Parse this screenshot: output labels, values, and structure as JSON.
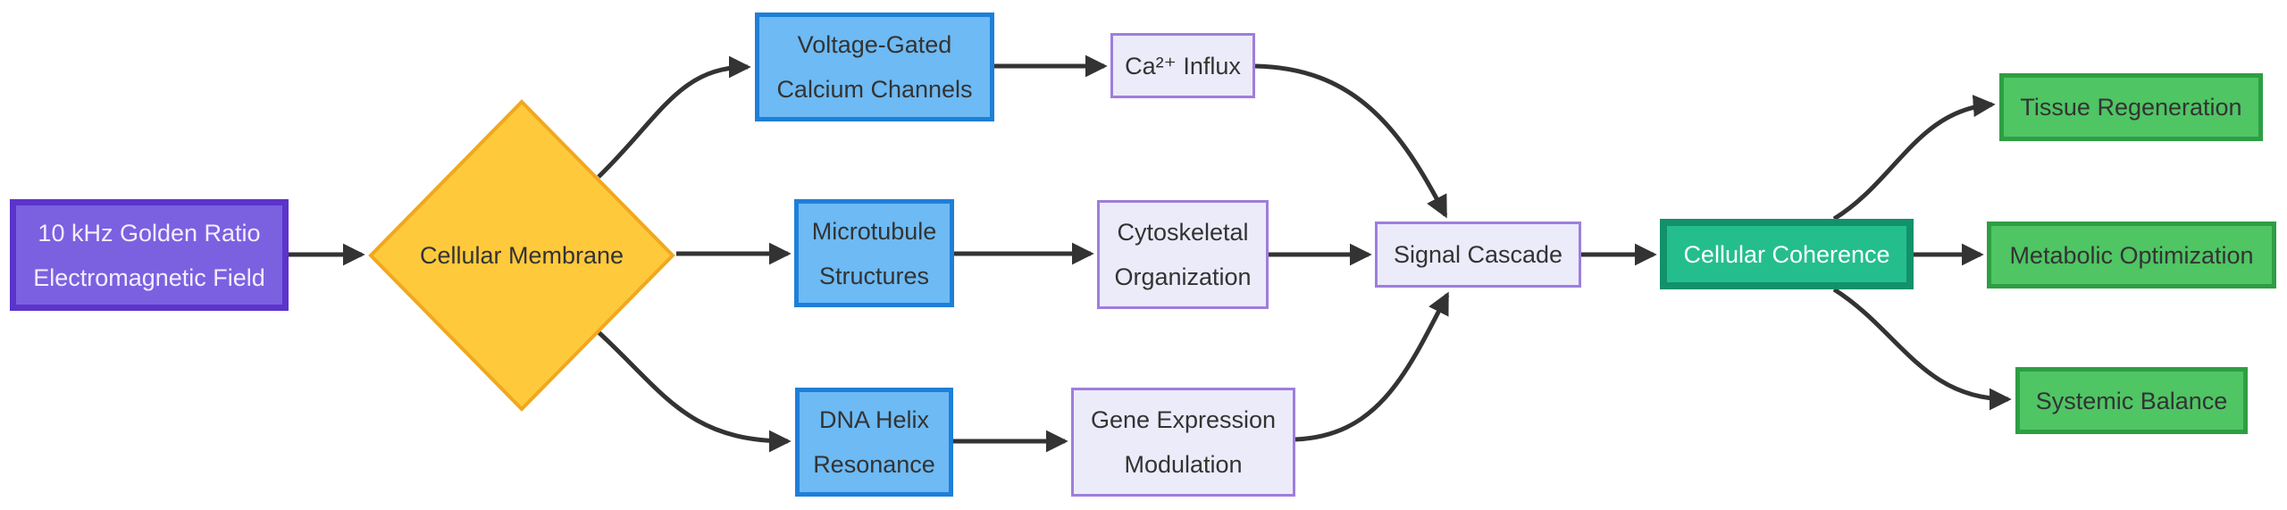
{
  "diagram": {
    "type": "flowchart-left-to-right",
    "background": "#ffffff",
    "colors": {
      "edge": "#333333",
      "dark_text": "#333333",
      "light_text": "#f2eeff",
      "white_text": "#ffffff"
    },
    "nodes": {
      "emf": {
        "label": "10 kHz Golden Ratio Electromagnetic Field",
        "shape": "rect",
        "fill": "#7b61e0",
        "border": "#5b34cc",
        "text_color": "#f2eeff"
      },
      "membrane": {
        "label": "Cellular Membrane",
        "shape": "diamond",
        "fill": "#ffc93c",
        "border": "#f0a81e",
        "text_color": "#333333"
      },
      "vgcc": {
        "label": "Voltage-Gated Calcium Channels",
        "shape": "rect",
        "fill": "#6dbaf4",
        "border": "#1e7fd8",
        "text_color": "#333333"
      },
      "mts": {
        "label": "Microtubule Structures",
        "shape": "rect",
        "fill": "#6dbaf4",
        "border": "#1e7fd8",
        "text_color": "#333333"
      },
      "dna": {
        "label": "DNA Helix Resonance",
        "shape": "rect",
        "fill": "#6dbaf4",
        "border": "#1e7fd8",
        "text_color": "#333333"
      },
      "ca": {
        "label": "Ca²⁺ Influx",
        "shape": "rect",
        "fill": "#ecebfa",
        "border": "#9e7edb",
        "text_color": "#333333"
      },
      "cyto": {
        "label": "Cytoskeletal Organization",
        "shape": "rect",
        "fill": "#ecebfa",
        "border": "#9e7edb",
        "text_color": "#333333"
      },
      "gene": {
        "label": "Gene Expression Modulation",
        "shape": "rect",
        "fill": "#ecebfa",
        "border": "#9e7edb",
        "text_color": "#333333"
      },
      "signal": {
        "label": "Signal Cascade",
        "shape": "rect",
        "fill": "#ecebfa",
        "border": "#9e7edb",
        "text_color": "#333333"
      },
      "coherence": {
        "label": "Cellular Coherence",
        "shape": "rect",
        "fill": "#24be8c",
        "border": "#12916b",
        "text_color": "#ffffff"
      },
      "tissue": {
        "label": "Tissue Regeneration",
        "shape": "rect",
        "fill": "#4fc564",
        "border": "#2e9e44",
        "text_color": "#333333"
      },
      "metabolic": {
        "label": "Metabolic Optimization",
        "shape": "rect",
        "fill": "#4fc564",
        "border": "#2e9e44",
        "text_color": "#333333"
      },
      "systemic": {
        "label": "Systemic Balance",
        "shape": "rect",
        "fill": "#4fc564",
        "border": "#2e9e44",
        "text_color": "#333333"
      }
    },
    "edges": [
      {
        "from": "emf",
        "to": "membrane"
      },
      {
        "from": "membrane",
        "to": "vgcc"
      },
      {
        "from": "membrane",
        "to": "mts"
      },
      {
        "from": "membrane",
        "to": "dna"
      },
      {
        "from": "vgcc",
        "to": "ca"
      },
      {
        "from": "mts",
        "to": "cyto"
      },
      {
        "from": "dna",
        "to": "gene"
      },
      {
        "from": "ca",
        "to": "signal"
      },
      {
        "from": "cyto",
        "to": "signal"
      },
      {
        "from": "gene",
        "to": "signal"
      },
      {
        "from": "signal",
        "to": "coherence"
      },
      {
        "from": "coherence",
        "to": "tissue"
      },
      {
        "from": "coherence",
        "to": "metabolic"
      },
      {
        "from": "coherence",
        "to": "systemic"
      }
    ]
  }
}
